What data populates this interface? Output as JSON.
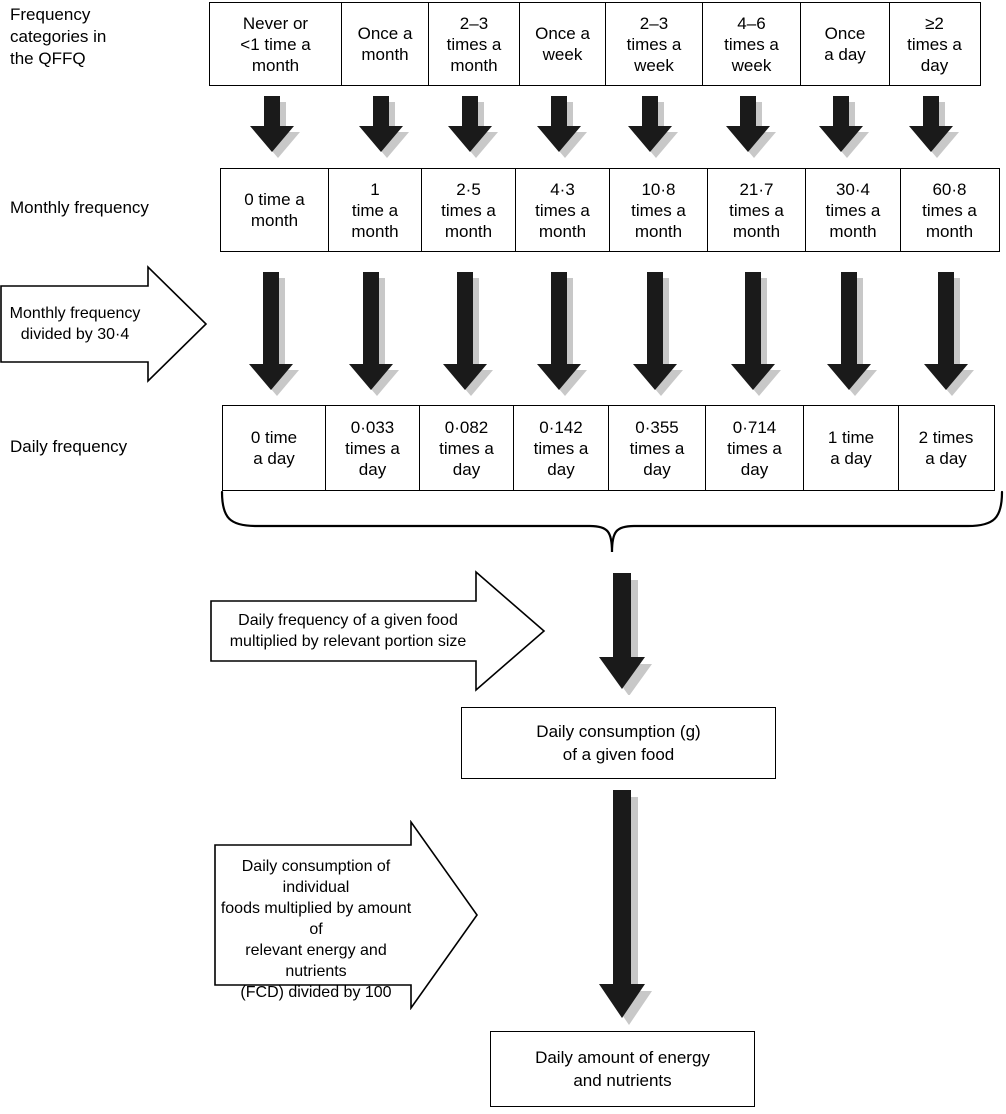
{
  "labels": {
    "frequency_categories": "Frequency\ncategories in\nthe QFFQ",
    "monthly_frequency": "Monthly frequency",
    "daily_frequency": "Daily frequency"
  },
  "rows": {
    "categories": [
      "Never or\n<1 time a\nmonth",
      "Once a\nmonth",
      "2–3\ntimes a\nmonth",
      "Once a\nweek",
      "2–3\ntimes a\nweek",
      "4–6\ntimes a\nweek",
      "Once\na day",
      "≥2\ntimes a\nday"
    ],
    "monthly": [
      "0 time a\nmonth",
      "1\ntime a\nmonth",
      "2·5\ntimes a\nmonth",
      "4·3\ntimes a\nmonth",
      "10·8\ntimes a\nmonth",
      "21·7\ntimes a\nmonth",
      "30·4\ntimes a\nmonth",
      "60·8\ntimes a\nmonth"
    ],
    "daily": [
      "0 time\na day",
      "0·033\ntimes a\nday",
      "0·082\ntimes a\nday",
      "0·142\ntimes a\nday",
      "0·355\ntimes a\nday",
      "0·714\ntimes a\nday",
      "1 time\na  day",
      "2 times\na  day"
    ]
  },
  "operations": {
    "divide_30_4": "Monthly frequency\ndivided by 30·4",
    "portion_size": "Daily frequency of a given food\nmultiplied by relevant portion size",
    "fcd": "Daily consumption of individual\nfoods multiplied by amount of\nrelevant energy and nutrients\n(FCD) divided by 100"
  },
  "outputs": {
    "daily_consumption": "Daily consumption (g)\nof a given food",
    "daily_amount": "Daily amount of energy\nand nutrients"
  },
  "colors": {
    "arrow_fill": "#1a1a1a",
    "arrow_shadow": "#c8c8c8",
    "stroke": "#000000",
    "background": "#ffffff"
  }
}
